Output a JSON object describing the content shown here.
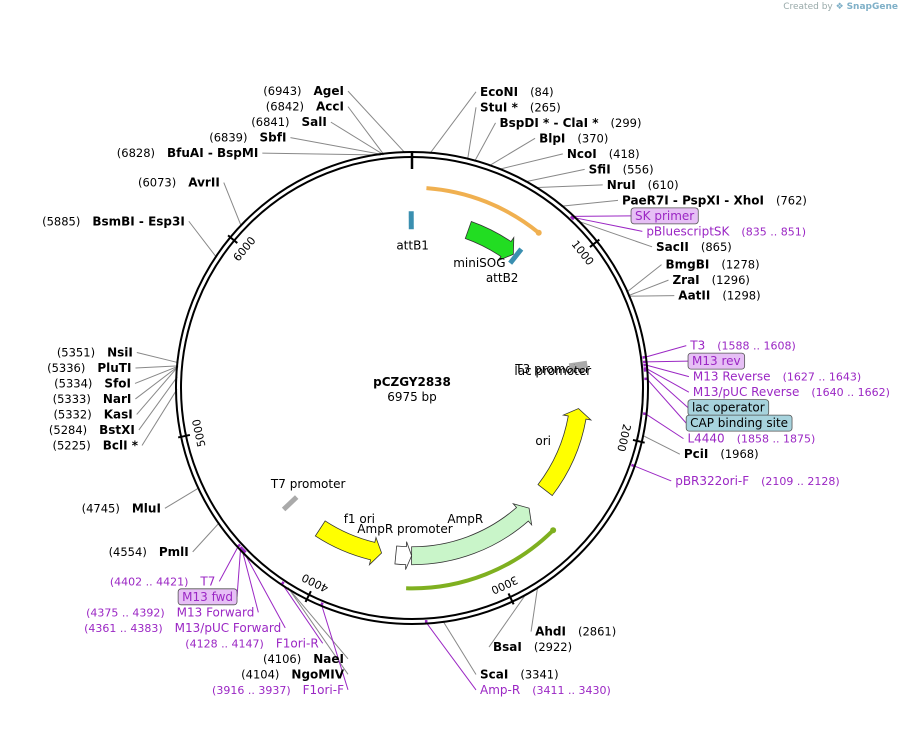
{
  "branding": {
    "created_by": "Created by",
    "app": "SnapGene"
  },
  "plasmid": {
    "name": "pCZGY2838",
    "size": "6975 bp",
    "total_bp": 6975
  },
  "colors": {
    "backbone": "#000000",
    "primer": "#9b27c4",
    "enzyme_line": "#888888",
    "feature_border": "#333333"
  },
  "ticks": [
    {
      "bp": 1000,
      "label": "1000"
    },
    {
      "bp": 2000,
      "label": "2000"
    },
    {
      "bp": 3000,
      "label": "3000"
    },
    {
      "bp": 4000,
      "label": "4000"
    },
    {
      "bp": 5000,
      "label": "5000"
    },
    {
      "bp": 6000,
      "label": "6000"
    }
  ],
  "enzymes": [
    {
      "bp": 6943,
      "name": "AgeI",
      "pos": "(6943)",
      "side": "left"
    },
    {
      "bp": 6842,
      "name": "AccI",
      "pos": "(6842)",
      "side": "left"
    },
    {
      "bp": 6841,
      "name": "SalI",
      "pos": "(6841)",
      "side": "left"
    },
    {
      "bp": 6839,
      "name": "SbfI",
      "pos": "(6839)",
      "side": "left"
    },
    {
      "bp": 6828,
      "name": "BfuAI  -  BspMI",
      "pos": "(6828)",
      "side": "left"
    },
    {
      "bp": 84,
      "name": "EcoNI",
      "pos": "(84)",
      "side": "right"
    },
    {
      "bp": 265,
      "name": "StuI *",
      "pos": "(265)",
      "side": "right"
    },
    {
      "bp": 299,
      "name": "BspDI *  -  ClaI *",
      "pos": "(299)",
      "side": "right"
    },
    {
      "bp": 370,
      "name": "BlpI",
      "pos": "(370)",
      "side": "right"
    },
    {
      "bp": 418,
      "name": "NcoI",
      "pos": "(418)",
      "side": "right"
    },
    {
      "bp": 556,
      "name": "SfiI",
      "pos": "(556)",
      "side": "right"
    },
    {
      "bp": 610,
      "name": "NruI",
      "pos": "(610)",
      "side": "right"
    },
    {
      "bp": 762,
      "name": "PaeR7I  -  PspXI  -  XhoI",
      "pos": "(762)",
      "side": "right"
    },
    {
      "bp": 865,
      "name": "SacII",
      "pos": "(865)",
      "side": "right"
    },
    {
      "bp": 1278,
      "name": "BmgBI",
      "pos": "(1278)",
      "side": "right"
    },
    {
      "bp": 1296,
      "name": "ZraI",
      "pos": "(1296)",
      "side": "right"
    },
    {
      "bp": 1298,
      "name": "AatII",
      "pos": "(1298)",
      "side": "right"
    },
    {
      "bp": 1968,
      "name": "PciI",
      "pos": "(1968)",
      "side": "right"
    },
    {
      "bp": 2861,
      "name": "AhdI",
      "pos": "(2861)",
      "side": "right"
    },
    {
      "bp": 2922,
      "name": "BsaI",
      "pos": "(2922)",
      "side": "right"
    },
    {
      "bp": 3341,
      "name": "ScaI",
      "pos": "(3341)",
      "side": "right"
    },
    {
      "bp": 4106,
      "name": "NaeI",
      "pos": "(4106)",
      "side": "left"
    },
    {
      "bp": 4104,
      "name": "NgoMIV",
      "pos": "(4104)",
      "side": "left"
    },
    {
      "bp": 4554,
      "name": "PmlI",
      "pos": "(4554)",
      "side": "left"
    },
    {
      "bp": 4745,
      "name": "MluI",
      "pos": "(4745)",
      "side": "left"
    },
    {
      "bp": 5225,
      "name": "BclI *",
      "pos": "(5225)",
      "side": "left"
    },
    {
      "bp": 5284,
      "name": "BstXI",
      "pos": "(5284)",
      "side": "left"
    },
    {
      "bp": 5332,
      "name": "KasI",
      "pos": "(5332)",
      "side": "left"
    },
    {
      "bp": 5333,
      "name": "NarI",
      "pos": "(5333)",
      "side": "left"
    },
    {
      "bp": 5334,
      "name": "SfoI",
      "pos": "(5334)",
      "side": "left"
    },
    {
      "bp": 5336,
      "name": "PluTI",
      "pos": "(5336)",
      "side": "left"
    },
    {
      "bp": 5351,
      "name": "NsiI",
      "pos": "(5351)",
      "side": "left"
    },
    {
      "bp": 5885,
      "name": "BsmBI  -  Esp3I",
      "pos": "(5885)",
      "side": "left"
    },
    {
      "bp": 6073,
      "name": "AvrII",
      "pos": "(6073)",
      "side": "left"
    }
  ],
  "primers": [
    {
      "bp": 835,
      "name": "SK primer",
      "pos": "",
      "boxed": true,
      "box_color": "#e6bff5",
      "side": "right"
    },
    {
      "bp": 843,
      "name": "pBluescriptSK",
      "pos": "(835 .. 851)",
      "boxed": false,
      "side": "right"
    },
    {
      "bp": 1598,
      "name": "T3",
      "pos": "(1588 .. 1608)",
      "boxed": false,
      "side": "right"
    },
    {
      "bp": 1620,
      "name": "M13 rev",
      "pos": "",
      "boxed": true,
      "box_color": "#e6bff5",
      "side": "right"
    },
    {
      "bp": 1635,
      "name": "M13 Reverse",
      "pos": "(1627 .. 1643)",
      "boxed": false,
      "side": "right"
    },
    {
      "bp": 1660,
      "name": "lac operator",
      "pos": "",
      "boxed": true,
      "box_color": "#a7d3dd",
      "text_color": "#000",
      "side": "right"
    },
    {
      "bp": 1651,
      "name": "M13/pUC Reverse",
      "pos": "(1640 .. 1662)",
      "boxed": false,
      "side": "right"
    },
    {
      "bp": 1700,
      "name": "CAP binding site",
      "pos": "",
      "boxed": true,
      "box_color": "#a7d3dd",
      "text_color": "#000",
      "side": "right"
    },
    {
      "bp": 1866,
      "name": "L4440",
      "pos": "(1858 .. 1875)",
      "boxed": false,
      "side": "right"
    },
    {
      "bp": 2118,
      "name": "pBR322ori-F",
      "pos": "(2109 .. 2128)",
      "boxed": false,
      "side": "right"
    },
    {
      "bp": 3420,
      "name": "Amp-R",
      "pos": "(3411 .. 3430)",
      "boxed": false,
      "side": "right"
    },
    {
      "bp": 3926,
      "name": "F1ori-F",
      "pos": "(3916 .. 3937)",
      "boxed": false,
      "side": "left"
    },
    {
      "bp": 4137,
      "name": "F1ori-R",
      "pos": "(4128 .. 4147)",
      "boxed": false,
      "side": "left"
    },
    {
      "bp": 4372,
      "name": "M13/pUC Forward",
      "pos": "(4361 .. 4383)",
      "boxed": false,
      "side": "left"
    },
    {
      "bp": 4383,
      "name": "M13 Forward",
      "pos": "(4375 .. 4392)",
      "boxed": false,
      "side": "left"
    },
    {
      "bp": 4395,
      "name": "M13 fwd",
      "pos": "",
      "boxed": true,
      "box_color": "#e6bff5",
      "side": "left"
    },
    {
      "bp": 4411,
      "name": "T7",
      "pos": "(4402 .. 4421)",
      "boxed": false,
      "side": "left"
    }
  ],
  "features": [
    {
      "name": "attB1",
      "start": 6970,
      "end": 6990,
      "ring": 0.72,
      "color": "#3a8fb0",
      "type": "site"
    },
    {
      "name": "miniSOG",
      "start": 380,
      "end": 720,
      "ring": 0.72,
      "color": "#22dd22",
      "type": "arrow",
      "dir": 1
    },
    {
      "name": "attB2",
      "start": 740,
      "end": 790,
      "ring": 0.72,
      "color": "#3a8fb0",
      "type": "site"
    },
    {
      "name": "T3 promoter",
      "start": 1588,
      "end": 1608,
      "ring": 0.72,
      "color": "#aaaaaa",
      "type": "site"
    },
    {
      "name": "lac promoter",
      "start": 1600,
      "end": 1630,
      "ring": 0.72,
      "color": "#aaaaaa",
      "type": "site"
    },
    {
      "name": "ori",
      "start": 1880,
      "end": 2470,
      "ring": 0.72,
      "color": "#ffff00",
      "type": "arrow",
      "dir": -1
    },
    {
      "name": "AmpR",
      "start": 2630,
      "end": 3490,
      "ring": 0.72,
      "color": "#c9f5c9",
      "type": "arrow",
      "dir": -1
    },
    {
      "name": "AmpR promoter",
      "start": 3490,
      "end": 3595,
      "ring": 0.72,
      "color": "#ffffff",
      "type": "arrow",
      "dir": -1
    },
    {
      "name": "f1 ori",
      "start": 3690,
      "end": 4130,
      "ring": 0.72,
      "color": "#ffff00",
      "type": "arrow",
      "dir": -1
    },
    {
      "name": "T7 promoter",
      "start": 4390,
      "end": 4410,
      "ring": 0.72,
      "color": "#aaaaaa",
      "type": "site"
    }
  ],
  "orfs": [
    {
      "start": 80,
      "end": 760,
      "color": "#f0b050",
      "dir": 1
    },
    {
      "start": 2620,
      "end": 3520,
      "color": "#7fb020",
      "dir": -1
    }
  ]
}
